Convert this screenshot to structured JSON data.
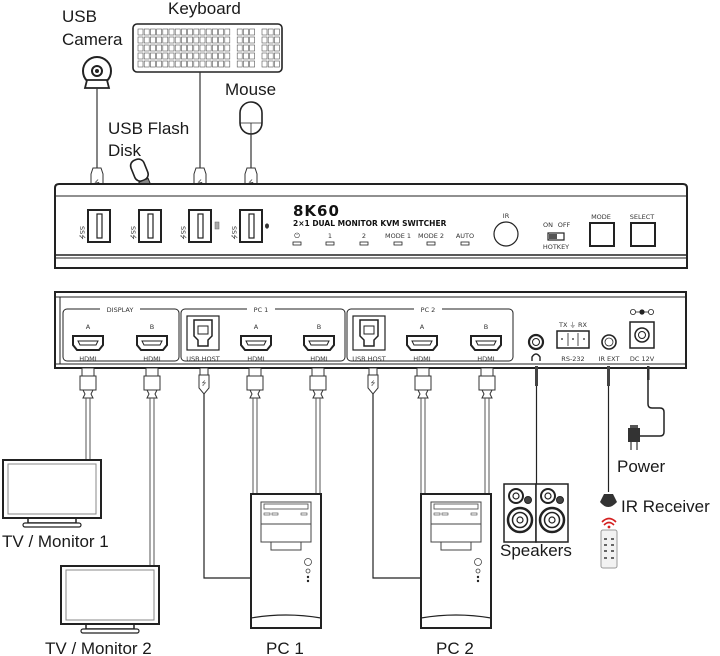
{
  "diagram": {
    "title_brand": "8K60",
    "subtitle": "2×1 DUAL MONITOR KVM SWITCHER",
    "peripherals": {
      "usb_camera": [
        "USB",
        "Camera"
      ],
      "keyboard": "Keyboard",
      "mouse": "Mouse",
      "usb_flash": [
        "USB Flash",
        "Disk"
      ]
    },
    "front_panel": {
      "leds": [
        {
          "label": "⏻",
          "name": "power"
        },
        {
          "label": "1",
          "name": "pc1"
        },
        {
          "label": "2",
          "name": "pc2"
        },
        {
          "label": "MODE 1",
          "name": "mode1"
        },
        {
          "label": "MODE 2",
          "name": "mode2"
        },
        {
          "label": "AUTO",
          "name": "auto"
        }
      ],
      "ir_label": "IR",
      "hotkey_on": "ON",
      "hotkey_off": "OFF",
      "hotkey_label": "HOTKEY",
      "mode_button": "MODE",
      "select_button": "SELECT"
    },
    "rear_panel": {
      "groups": {
        "display": "DISPLAY",
        "pc1": "PC 1",
        "pc2": "PC 2"
      },
      "port_a": "A",
      "port_b": "B",
      "hdmi": "HDMI",
      "usb_host": "USB HOST",
      "rs232_pins": "TX  ⏚  RX",
      "rs232": "RS-232",
      "ir_ext": "IR EXT",
      "dc": "DC 12V",
      "headphone_icon": "∩"
    },
    "devices": {
      "monitor1": "TV / Monitor 1",
      "monitor2": "TV / Monitor 2",
      "pc1": "PC 1",
      "pc2": "PC 2",
      "speakers": "Speakers",
      "power": "Power",
      "ir_receiver": "IR Receiver"
    },
    "colors": {
      "line": "#1a1a1a",
      "panel": "#ffffff",
      "ir_signal": "#d42020",
      "remote": "#f2f2f2"
    }
  }
}
